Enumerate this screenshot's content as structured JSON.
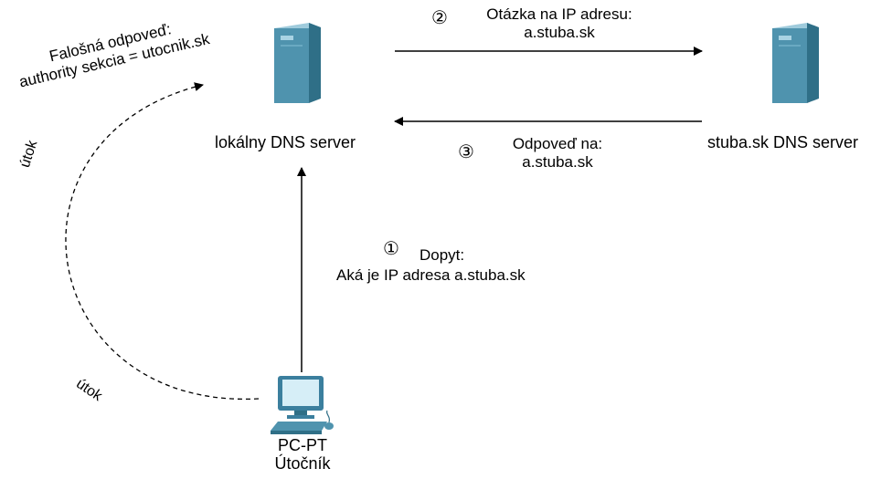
{
  "nodes": {
    "local_dns": {
      "label": "lokálny DNS server"
    },
    "stuba_dns": {
      "label": "stuba.sk DNS server"
    },
    "attacker_pc": {
      "label_line1": "PC-PT",
      "label_line2": "Útočník"
    }
  },
  "steps": [
    {
      "number": "①",
      "line1": "Dopyt:",
      "line2": "Aká je IP adresa a.stuba.sk"
    },
    {
      "number": "②",
      "line1": "Otázka na IP adresu:",
      "line2": "a.stuba.sk"
    },
    {
      "number": "③",
      "line1": "Odpoveď na:",
      "line2": "a.stuba.sk"
    }
  ],
  "attack": {
    "fake_answer_line1": "Falošná odpoveď:",
    "fake_answer_line2": "authority sekcia = utocnik.sk",
    "label_upper": "útok",
    "label_lower": "útok"
  },
  "colors": {
    "server_front": "#4f93ae",
    "server_side": "#2f6f87",
    "server_top": "#9fcbdc",
    "pc_body": "#3b7f9e",
    "pc_screen": "#d6eef7"
  }
}
